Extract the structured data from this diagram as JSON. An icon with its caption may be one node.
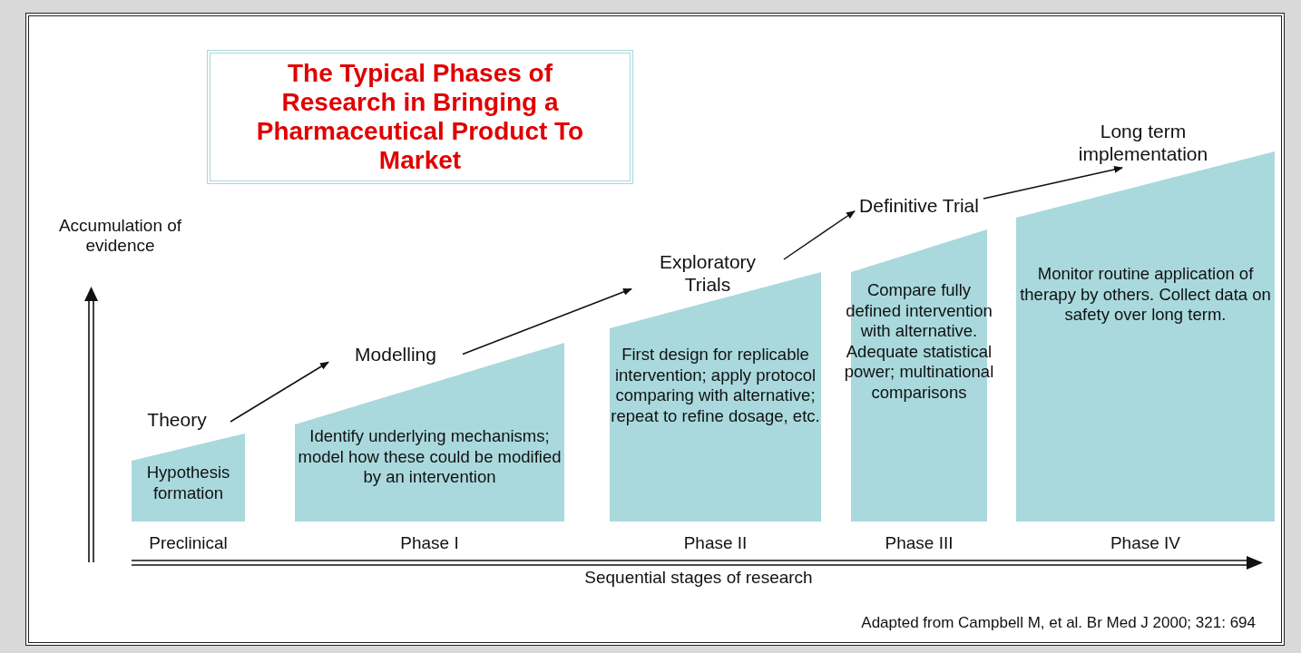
{
  "diagram": {
    "title": "The Typical Phases of Research in Bringing a Pharmaceutical Product To Market",
    "caption": "Adapted from Campbell M, et al. Br Med J 2000; 321: 694",
    "nodes": [
      {
        "text": [
          "Theory"
        ]
      },
      {
        "text": [
          "Modelling"
        ]
      },
      {
        "text": [
          "Exploratory Trials"
        ]
      },
      {
        "text": [
          "Definitive Trial"
        ]
      },
      {
        "text": [
          "Long term implementation"
        ]
      },
      {
        "text": [
          "Hypothesis formation"
        ],
        "beside": [
          "Preclinical"
        ]
      },
      {
        "text": [
          "Identify underlying mechanisms; model how these could be modified by an intervention"
        ],
        "beside": [
          "Phase I"
        ]
      },
      {
        "text": [
          "First design for replicable intervention; apply protocol comparing with alternative; repeat to refine dosage, etc."
        ],
        "beside": [
          "Phase II"
        ]
      },
      {
        "text": [
          "Compare fully defined intervention with alternative. Adequate statistical power; multinational comparisons"
        ],
        "beside": [
          "Phase III"
        ]
      },
      {
        "text": [
          "Monitor routine application of therapy by others. Collect data on safety over long term."
        ],
        "beside": [
          "Phase IV"
        ]
      }
    ],
    "edges": [
      {
        "from": 0,
        "to": 1,
        "arrow": "to"
      },
      {
        "from": 1,
        "to": 2,
        "arrow": "to"
      },
      {
        "from": 2,
        "to": 3,
        "arrow": "to"
      },
      {
        "from": 3,
        "to": 4,
        "arrow": "to"
      }
    ],
    "labels": [
      "Accumulation of evidence",
      "Sequential stages of research"
    ]
  }
}
